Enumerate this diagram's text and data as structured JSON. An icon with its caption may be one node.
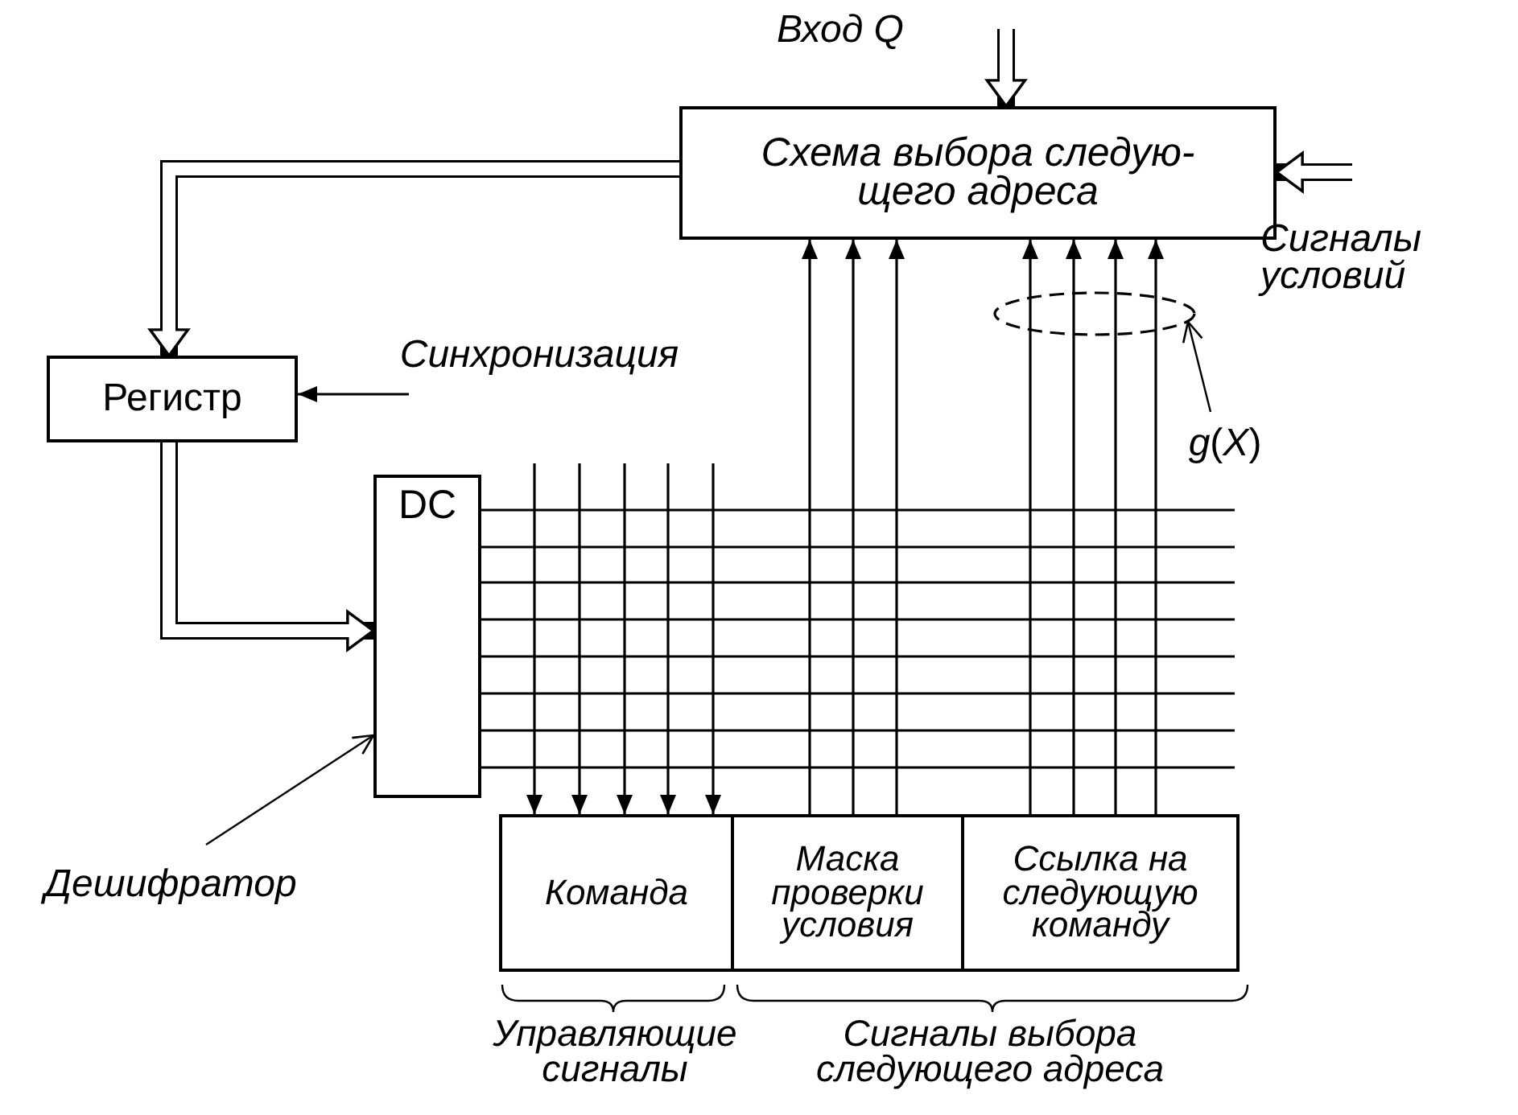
{
  "diagram": {
    "nodes": [
      {
        "text": [
          "Схема выбора следую- щего адреса"
        ]
      },
      {
        "text": [
          "Синхронизация"
        ]
      },
      {
        "text": [
          "Регистр"
        ]
      },
      {
        "text": [
          "DC"
        ]
      },
      {
        "text": [
          "Команда"
        ]
      },
      {
        "text": [
          "Маска проверки условия"
        ]
      },
      {
        "text": [
          "Ссылка на следующую команду"
        ]
      },
      {
        "text": [
          "*g*(*X*)"
        ]
      },
      {
        "text": [
          "Дешифратор"
        ]
      }
    ],
    "edges": [
      {
        "from": null,
        "to": 0,
        "arrow": "to",
        "style": "thick",
        "label": "Вход Q"
      },
      {
        "from": null,
        "to": 0,
        "arrow": "to",
        "style": "thick",
        "label": "Сигналы условий"
      },
      {
        "from": 0,
        "to": 2,
        "arrow": "to",
        "style": "thick"
      },
      {
        "from": 2,
        "to": 3,
        "arrow": "to",
        "style": "thick"
      },
      {
        "from": 1,
        "to": 2,
        "arrow": "to"
      },
      {
        "from": null,
        "to": 4,
        "arrow": "to"
      },
      {
        "from": null,
        "to": 4,
        "arrow": "to"
      },
      {
        "from": null,
        "to": 4,
        "arrow": "to"
      },
      {
        "from": null,
        "to": 4,
        "arrow": "to"
      },
      {
        "from": null,
        "to": 4,
        "arrow": "to"
      },
      {
        "from": 5,
        "to": 0,
        "arrow": "to"
      },
      {
        "from": 5,
        "to": 0,
        "arrow": "to"
      },
      {
        "from": 5,
        "to": 0,
        "arrow": "to"
      },
      {
        "from": 6,
        "to": 0,
        "arrow": "to"
      },
      {
        "from": 6,
        "to": 0,
        "arrow": "to"
      },
      {
        "from": 6,
        "to": 0,
        "arrow": "to"
      },
      {
        "from": 6,
        "to": 0,
        "arrow": "to"
      },
      {
        "from": 3,
        "to": null,
        "arrow": "none"
      },
      {
        "from": 3,
        "to": null,
        "arrow": "none"
      },
      {
        "from": 3,
        "to": null,
        "arrow": "none"
      },
      {
        "from": 3,
        "to": null,
        "arrow": "none"
      },
      {
        "from": 3,
        "to": null,
        "arrow": "none"
      },
      {
        "from": 3,
        "to": null,
        "arrow": "none"
      },
      {
        "from": 3,
        "to": null,
        "arrow": "none"
      },
      {
        "from": 3,
        "to": null,
        "arrow": "none"
      },
      {
        "from": 7,
        "to": null,
        "arrow": "to"
      },
      {
        "from": 8,
        "to": 3,
        "arrow": "to"
      }
    ],
    "labels": [
      "Управляющие сигналы",
      "Сигналы выбора следующего адреса"
    ]
  }
}
